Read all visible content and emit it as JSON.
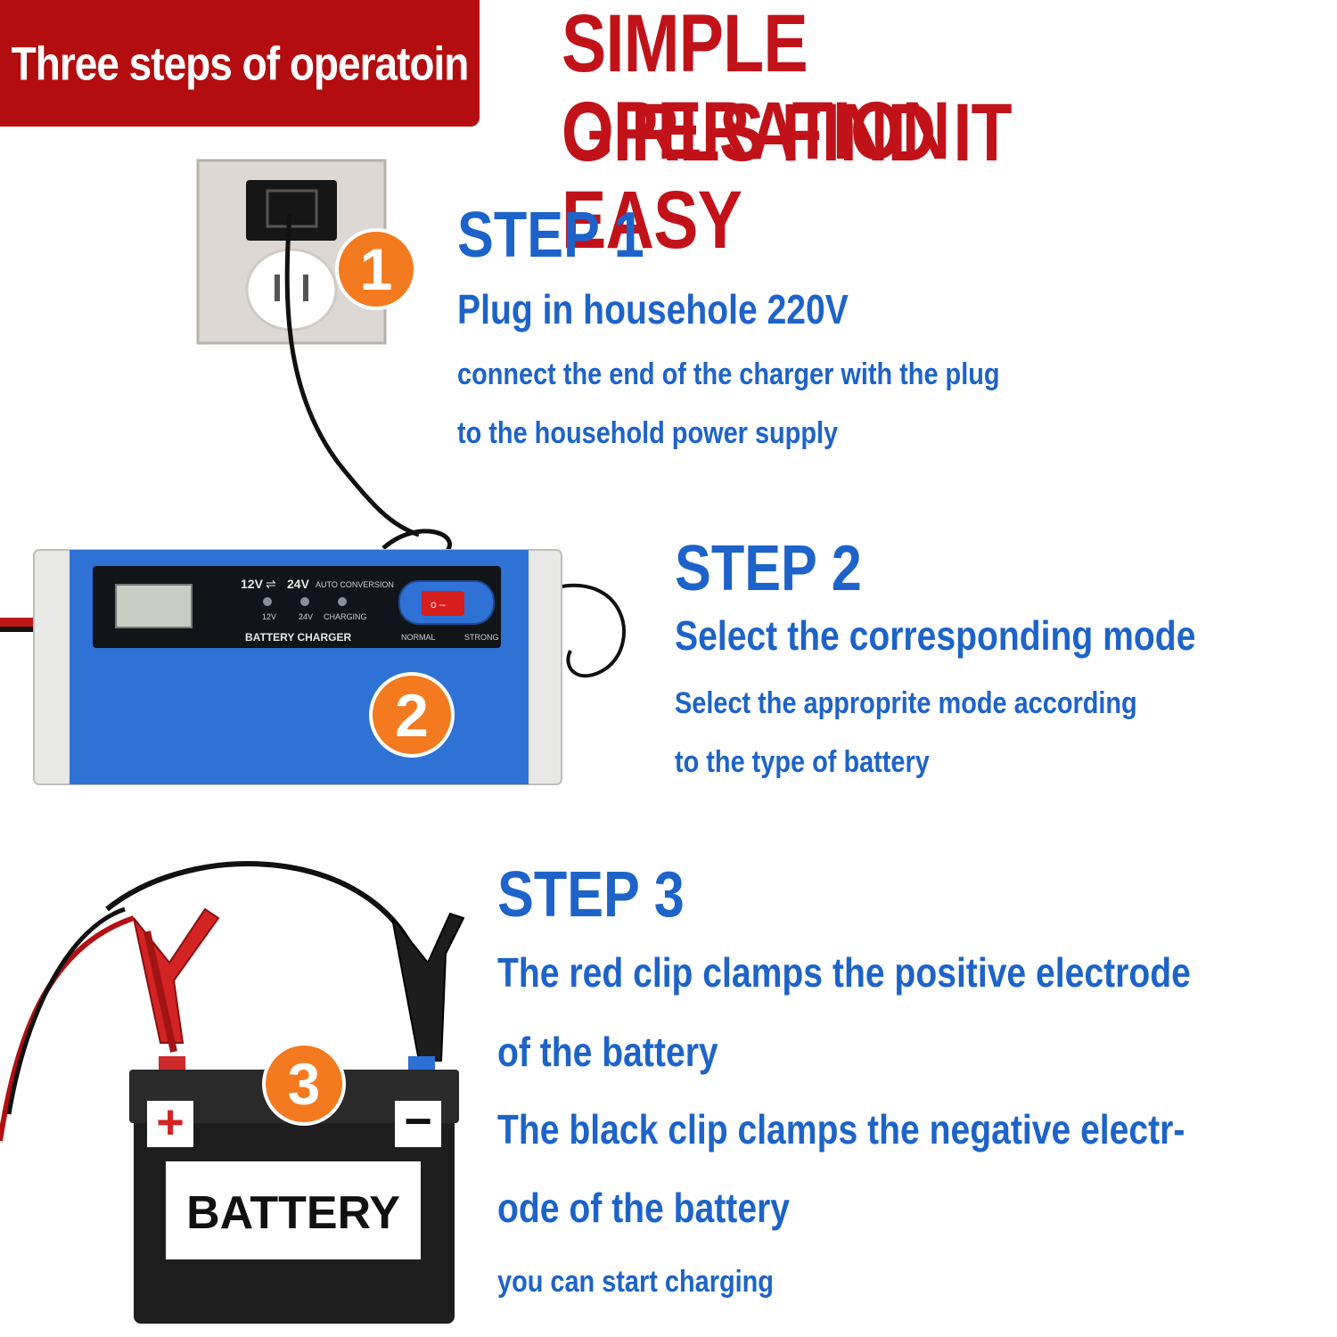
{
  "banner": {
    "label": "Three steps of operatoin"
  },
  "headline": {
    "line1": "SIMPLE OPERATION",
    "line2": "GIRLS FIND IT EASY"
  },
  "steps": [
    {
      "number": "1",
      "title": "STEP 1",
      "lead": "Plug in househole 220V",
      "lines": [
        "connect the end of the charger with the plug",
        "to the household power supply"
      ]
    },
    {
      "number": "2",
      "title": "STEP 2",
      "lead": "Select the corresponding mode",
      "lines": [
        "Select the approprite mode according",
        "to the type of battery"
      ]
    },
    {
      "number": "3",
      "title": "STEP 3",
      "lines": [
        "The red clip clamps the positive electrode",
        "of the battery",
        "The black clip clamps the negative electr-",
        "ode of the battery",
        "you can start charging"
      ]
    }
  ],
  "charger": {
    "voltage_left": "12V",
    "voltage_right": "24V",
    "auto_label": "AUTO CONVERSION",
    "led_labels": [
      "12V",
      "24V",
      "CHARGING"
    ],
    "name": "BATTERY CHARGER",
    "mode_labels": [
      "NORMAL",
      "STRONG"
    ]
  },
  "battery": {
    "label": "BATTERY",
    "plus": "+",
    "minus": "−"
  },
  "colors": {
    "banner": "#b30d10",
    "headline": "#c1121a",
    "step_text": "#1d63c9",
    "badge": "#f47a1f",
    "charger_body": "#2f72d6"
  }
}
